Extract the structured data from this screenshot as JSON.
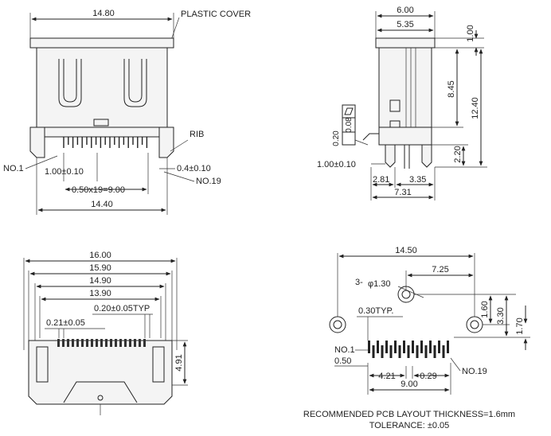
{
  "front_view": {
    "width_top": "14.80",
    "plastic_cover": "PLASTIC COVER",
    "rib": "RIB",
    "no1": "NO.1",
    "pin1_offset": "1.00±0.10",
    "pin_tol": "0.4±0.10",
    "no19": "NO.19",
    "pitch": "0.50x19=9.00",
    "width_bottom": "14.40"
  },
  "side_view": {
    "top_width": "6.00",
    "inner_width": "5.35",
    "cover_height": "1.00",
    "height_845": "8.45",
    "height_1240": "12.40",
    "flat_box_a": "0.08",
    "flat_box_b": "0.20",
    "lead_offset": "1.00±0.10",
    "pin_2_20": "2.20",
    "dim_281": "2.81",
    "dim_335": "3.35",
    "dim_731": "7.31"
  },
  "top_view": {
    "w1600": "16.00",
    "w1590": "15.90",
    "w1490": "14.90",
    "w1390": "13.90",
    "pitch_typ": "0.20±0.05TYP",
    "pad_tol": "0.21±0.05",
    "height_491": "4.91"
  },
  "pcb_layout": {
    "w1450": "14.50",
    "w725": "7.25",
    "hole_prefix": "3-",
    "hole_dia": "φ1.30",
    "pad_typ": "0.30TYP.",
    "d160": "1.60",
    "d330": "3.30",
    "d170": "1.70",
    "no1": "NO.1",
    "d050": "0.50",
    "d421": "4.21",
    "d029": "0.29",
    "no19": "NO.19",
    "d900": "9.00",
    "note_line1": "RECOMMENDED PCB LAYOUT THICKNESS=1.6mm",
    "note_line2": "TOLERANCE: ±0.05"
  }
}
